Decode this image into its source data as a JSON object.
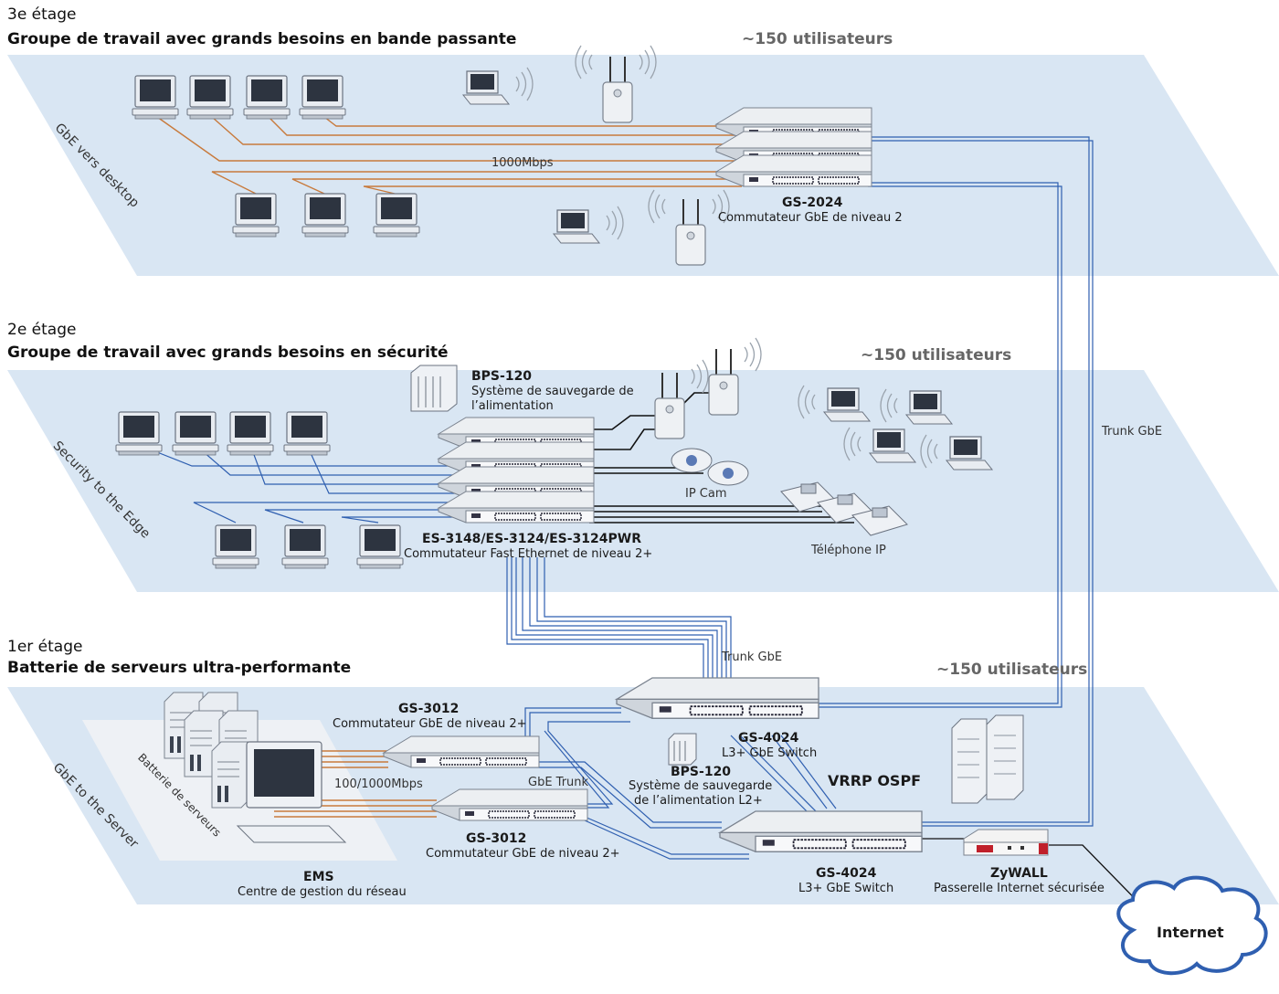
{
  "floors": {
    "third": {
      "level": "3e étage",
      "title": "Groupe de travail avec grands besoins en bande passante",
      "users": "~150 utilisateurs",
      "side_label": "GbE vers desktop",
      "link_label": "1000Mbps",
      "switch_model": "GS-2024",
      "switch_desc": "Commutateur GbE de niveau 2"
    },
    "second": {
      "level": "2e étage",
      "title": "Groupe de travail avec grands besoins en sécurité",
      "users": "~150 utilisateurs",
      "side_label": "Security to the Edge",
      "bps_model": "BPS-120",
      "bps_desc_1": "Système de sauvegarde de",
      "bps_desc_2": "l’alimentation",
      "switch_model": "ES-3148/ES-3124/ES-3124PWR",
      "switch_desc": "Commutateur Fast Ethernet de niveau 2+",
      "ipcam": "IP Cam",
      "phone": "Téléphone IP"
    },
    "first": {
      "level": "1er étage",
      "title": "Batterie de serveurs ultra-performante",
      "users": "~150 utilisateurs",
      "side_label": "GbE to the Server",
      "server_farm": "Batterie de serveurs",
      "gs3012_model": "GS-3012",
      "gs3012_desc": "Commutateur GbE de niveau 2+",
      "link_label": "100/1000Mbps",
      "gbe_trunk": "GbE Trunk",
      "gs4024_model": "GS-4024",
      "gs4024_desc": "L3+ GbE Switch",
      "bps_model": "BPS-120",
      "bps_desc_1": "Système de sauvegarde",
      "bps_desc_2": "de l’alimentation L2+",
      "vrrp": "VRRP OSPF",
      "ems_title": "EMS",
      "ems_desc": "Centre de gestion du réseau",
      "zywall_title": "ZyWALL",
      "zywall_desc": "Passerelle Internet sécurisée"
    }
  },
  "trunk_gbe": "Trunk GbE",
  "internet": "Internet",
  "colors": {
    "floor": "#d9e6f3",
    "copper": "#c87a3c",
    "fiber": "#2f5fb0",
    "cable_black": "#111111",
    "zywall_red": "#c0202a"
  }
}
